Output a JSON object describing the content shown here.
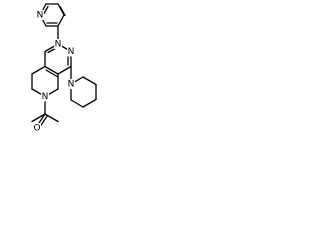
{
  "atoms": {
    "pyridine_n": "N",
    "pyrimidine_n1": "N",
    "pyrimidine_n3": "N",
    "piperidine_n": "N",
    "ring_n6": "N",
    "carbonyl_o": "O"
  }
}
